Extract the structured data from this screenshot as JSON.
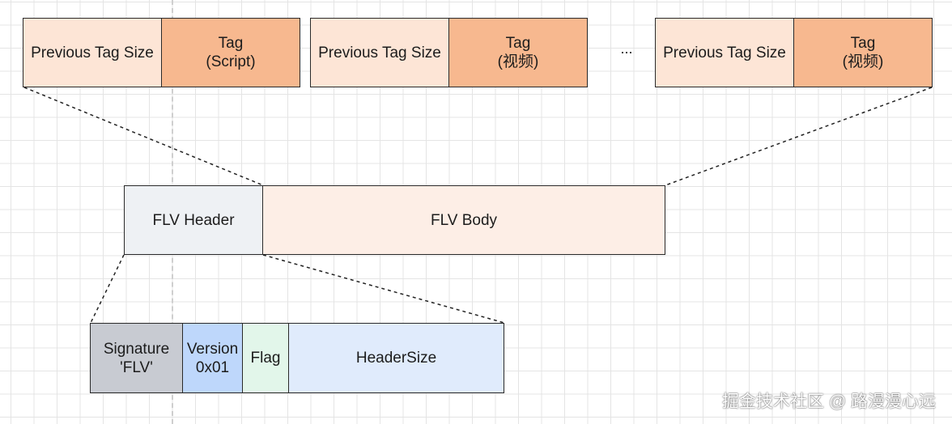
{
  "tags_row": [
    {
      "prev_size": "Previous Tag Size",
      "tag": "Tag\n(Script)"
    },
    {
      "prev_size": "Previous Tag Size",
      "tag": "Tag\n(视频)"
    },
    {
      "prev_size": "Previous Tag Size",
      "tag": "Tag\n(视频)"
    }
  ],
  "ellipsis": "...",
  "flv": {
    "header": "FLV Header",
    "body": "FLV Body"
  },
  "header_fields": {
    "signature": "Signature\n'FLV'",
    "version": "Version\n0x01",
    "flag": "Flag",
    "header_size": "HeaderSize"
  },
  "watermark": "掘金技术社区 @ 路漫漫心远",
  "colors": {
    "prev_size_fill": "#fde5d6",
    "tag_fill": "#f7b88f",
    "flv_header_fill": "#eef1f4",
    "flv_body_fill": "#fdeee6",
    "signature_fill": "#c8cbd2",
    "version_fill": "#bed7fb",
    "flag_fill": "#e2f6ea",
    "header_size_fill": "#e0ebfc"
  }
}
